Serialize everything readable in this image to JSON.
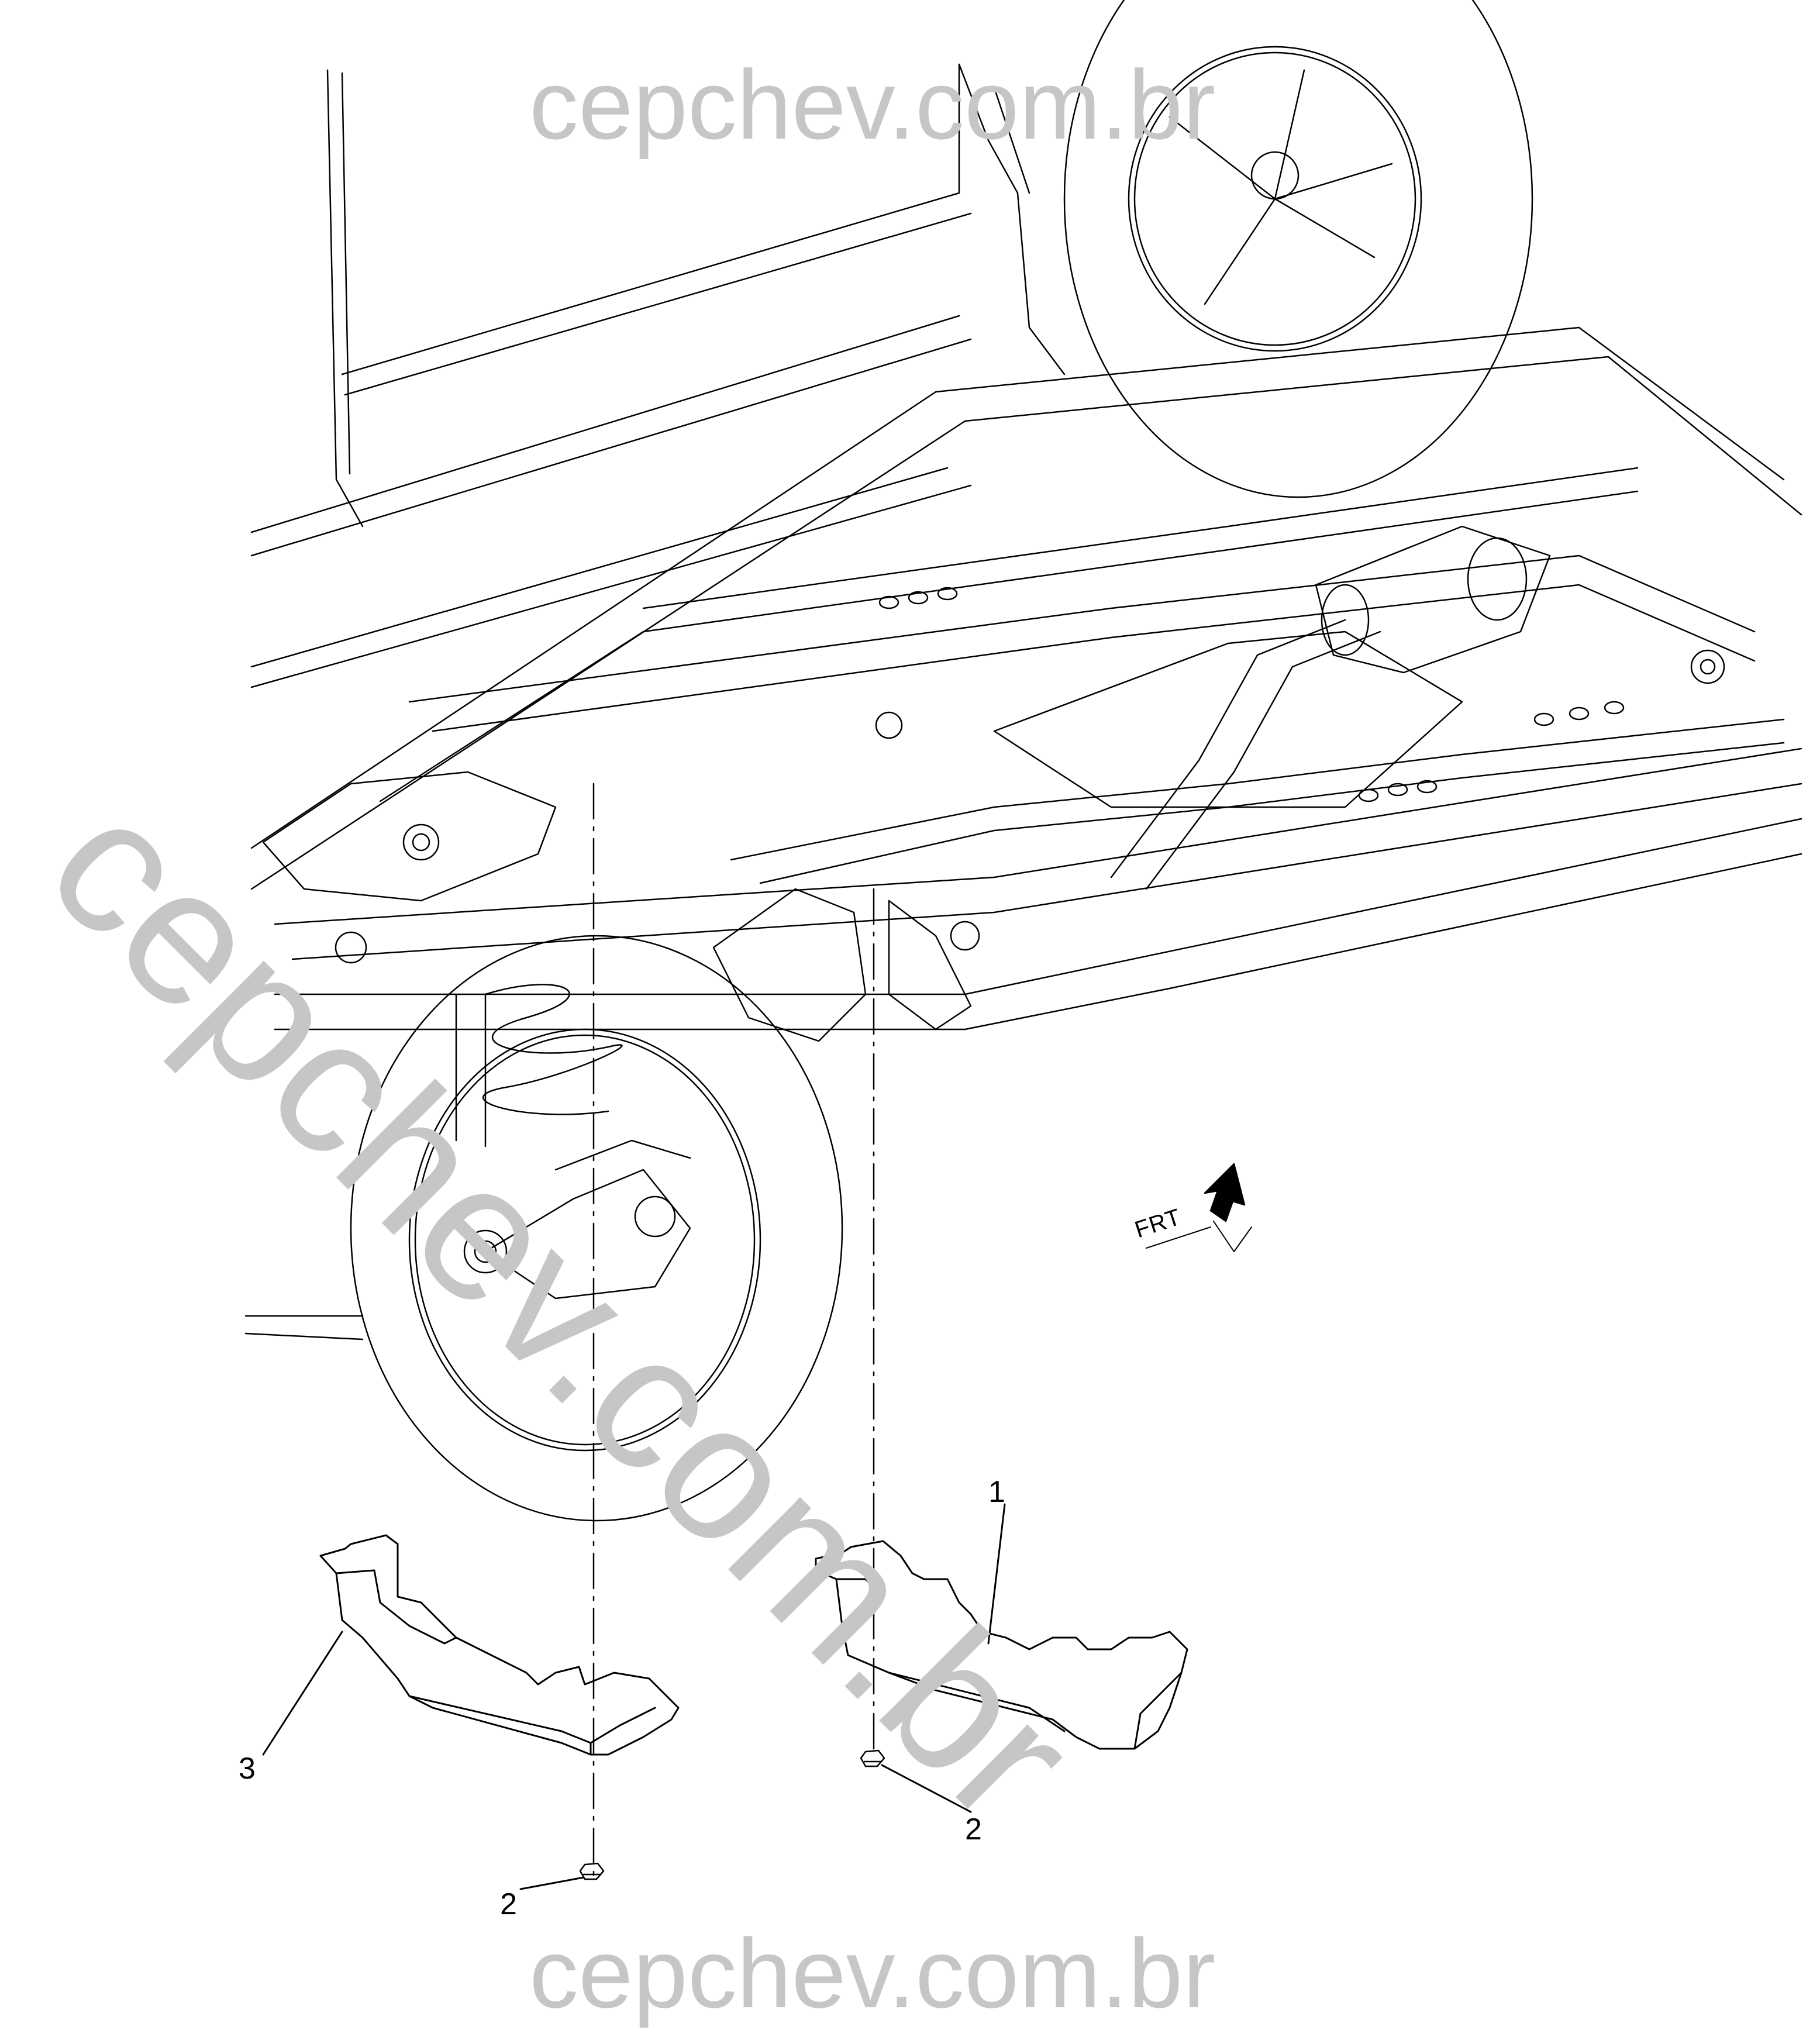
{
  "watermark": {
    "top": "cepchev.com.br",
    "diagonal": "cepchev.com.br",
    "bottom": "cepchev.com.br"
  },
  "callouts": {
    "item1": "1",
    "item2_right": "2",
    "item2_left": "2",
    "item3": "3"
  },
  "orientation": {
    "label": "FRT",
    "icon": "front-direction-arrow-icon"
  },
  "colors": {
    "watermark": "#c6c6c6",
    "line_art": "#000000",
    "background": "#ffffff"
  }
}
